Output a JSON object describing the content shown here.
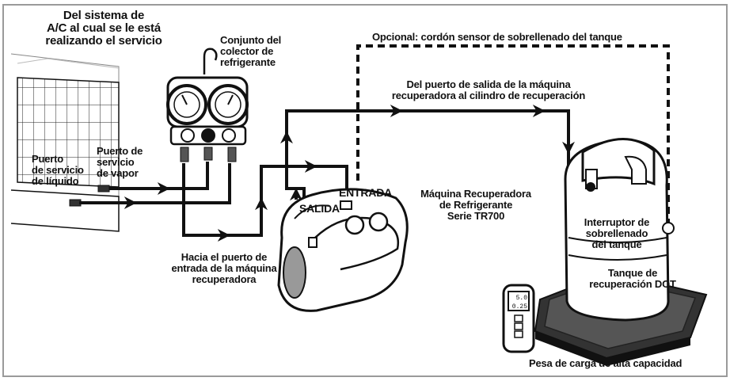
{
  "labels": {
    "source_system": "Del sistema de\nA/C al cual se le está\nrealizando el servicio",
    "manifold_set": "Conjunto del\ncolector de\nrefrigerante",
    "optional_cord": "Opcional: cordón sensor de sobrellenado del tanque",
    "outlet_to_cylinder": "Del puerto de salida de la máquina\nrecuperadora al cilindro de recuperación",
    "liquid_port": "Puerto\nde servicio\nde líquido",
    "vapor_port": "Puerto de\nservicio\nde vapor",
    "entrada": "ENTRADA",
    "salida": "SALIDA",
    "machine_name": "Máquina Recuperadora\nde Refrigerante\nSerie TR700",
    "overfill_switch": "Interruptor de\nsobrellenado\ndel tanque",
    "to_machine_inlet": "Hacia el puerto de\nentrada de la máquina\nrecuperadora",
    "dot_tank": "Tanque de\nrecuperación DOT",
    "scale": "Pesa de carga de alta capacidad"
  },
  "scale_display": {
    "line1": "5.0",
    "line2": "0.25"
  },
  "colors": {
    "line": "#111111",
    "frame": "#9a9a9a",
    "background": "#ffffff"
  }
}
